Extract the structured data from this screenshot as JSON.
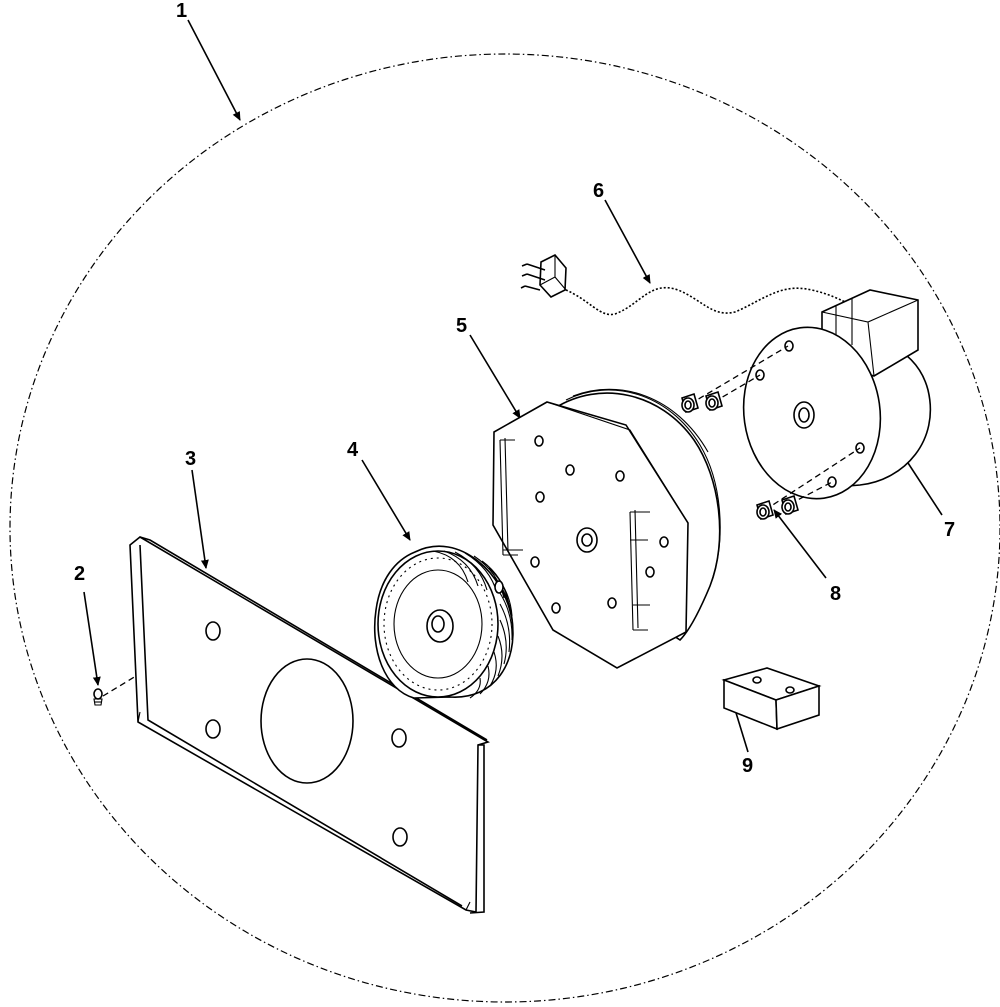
{
  "callouts": [
    {
      "id": "1",
      "label": "1"
    },
    {
      "id": "2",
      "label": "2"
    },
    {
      "id": "3",
      "label": "3"
    },
    {
      "id": "4",
      "label": "4"
    },
    {
      "id": "5",
      "label": "5"
    },
    {
      "id": "6",
      "label": "6"
    },
    {
      "id": "7",
      "label": "7"
    },
    {
      "id": "8",
      "label": "8"
    },
    {
      "id": "9",
      "label": "9"
    }
  ],
  "colors": {
    "ink": "#000000",
    "paper": "#ffffff"
  }
}
